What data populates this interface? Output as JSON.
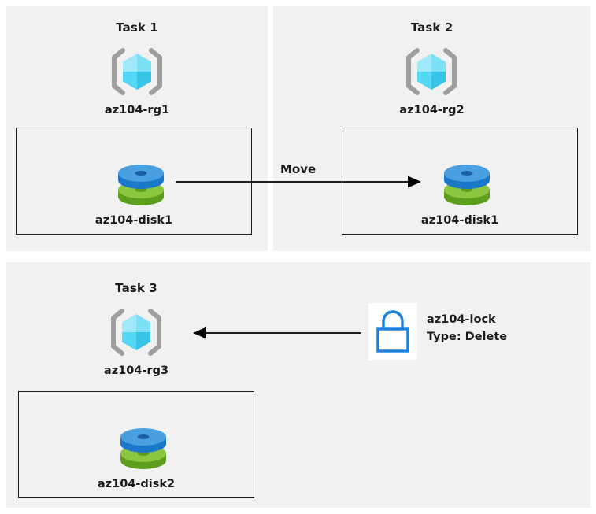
{
  "diagram": {
    "title_hidden": "Azure resource group tasks diagram",
    "background": "#ffffff",
    "panel_bg": "#f1f1f1",
    "box_border": "#1c1c1c"
  },
  "panels": [
    {
      "id": "task1",
      "title": "Task 1",
      "resource_group": {
        "label": "az104-rg1",
        "icon": "resource-group-icon"
      },
      "resource": {
        "label": "az104-disk1",
        "icon": "managed-disk-icon"
      }
    },
    {
      "id": "task2",
      "title": "Task 2",
      "resource_group": {
        "label": "az104-rg2",
        "icon": "resource-group-icon"
      },
      "resource": {
        "label": "az104-disk1",
        "icon": "managed-disk-icon"
      }
    },
    {
      "id": "task3",
      "title": "Task 3",
      "resource_group": {
        "label": "az104-rg3",
        "icon": "resource-group-icon"
      },
      "resource": {
        "label": "az104-disk2",
        "icon": "managed-disk-icon"
      }
    }
  ],
  "connectors": {
    "move": {
      "label": "Move",
      "direction": "right"
    },
    "lock_apply": {
      "direction": "left"
    }
  },
  "lock": {
    "icon": "padlock-icon",
    "name": "az104-lock",
    "type_line": "Type: Delete",
    "color": "#1a7fe0"
  },
  "colors": {
    "disk_blue_top": "#4a9fe0",
    "disk_blue_side": "#1b77c9",
    "disk_green_top": "#8cc63f",
    "disk_green_side": "#5d9e1f",
    "cube_light": "#8ae8fb",
    "cube_mid": "#4fd6f5",
    "cube_dark": "#36c3e6",
    "bracket_gray": "#9e9e9e",
    "arrow_black": "#000000"
  }
}
